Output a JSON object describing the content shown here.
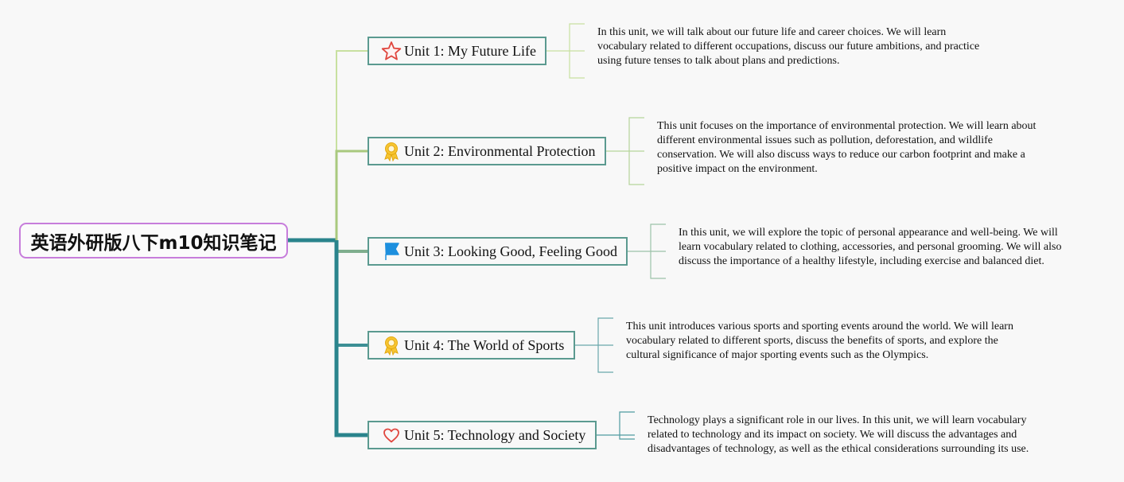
{
  "root": {
    "title": "英语外研版八下m10知识笔记"
  },
  "units": [
    {
      "icon": "star-icon",
      "title": "Unit 1: My Future Life",
      "note": "In this unit, we will talk about our future life and career choices. We will learn vocabulary related to different occupations, discuss our future ambitions, and practice using future tenses to talk about plans and predictions."
    },
    {
      "icon": "award-ribbon-icon",
      "title": "Unit 2: Environmental Protection",
      "note": "This unit focuses on the importance of environmental protection. We will learn about different environmental issues such as pollution, deforestation, and wildlife conservation. We will also discuss ways to reduce our carbon footprint and make a positive impact on the environment."
    },
    {
      "icon": "flag-icon",
      "title": "Unit 3: Looking Good, Feeling Good",
      "note": "In this unit, we will explore the topic of personal appearance and well-being. We will learn vocabulary related to clothing, accessories, and personal grooming. We will also discuss the importance of a healthy lifestyle, including exercise and balanced diet."
    },
    {
      "icon": "award-ribbon-icon",
      "title": "Unit 4: The World of Sports",
      "note": "This unit introduces various sports and sporting events around the world. We will learn vocabulary related to different sports, discuss the benefits of sports, and explore the cultural significance of major sporting events such as the Olympics."
    },
    {
      "icon": "heart-icon",
      "title": "Unit 5: Technology and Society",
      "note": "Technology plays a significant role in our lives. In this unit, we will learn vocabulary related to technology and its impact on society. We will discuss the advantages and disadvantages of technology, as well as the ethical considerations surrounding its use."
    }
  ],
  "colors": {
    "root_border": "#c77ddb",
    "topic_border": "#5b9a90",
    "branch_1": "#c8e0a0",
    "branch_2": "#a9c97e",
    "branch_3": "#7fae8e",
    "branch_4": "#3c8f95",
    "branch_5": "#2a848c"
  }
}
